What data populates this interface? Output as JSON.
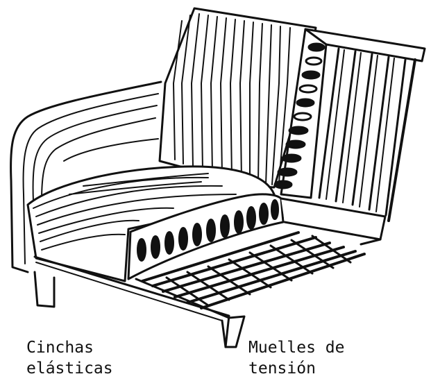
{
  "labels": {
    "elastic_straps": {
      "line1": "Cinchas",
      "line2": "elásticas"
    },
    "tension_springs": {
      "line1": "Muelles de",
      "line2": "tensión"
    }
  },
  "colors": {
    "ink": "#111111",
    "paper": "#ffffff"
  }
}
